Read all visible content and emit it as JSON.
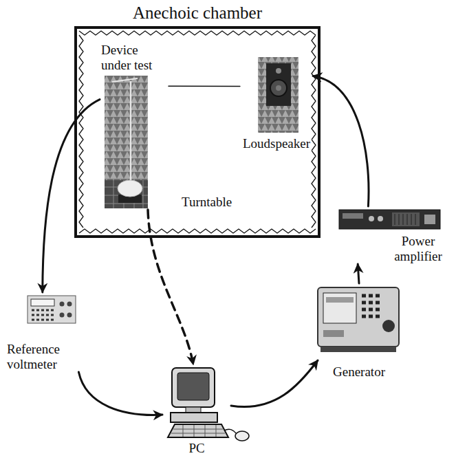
{
  "diagram": {
    "nodes": [
      {
        "text": [
          "Anechoic chamber"
        ]
      },
      {
        "text": [
          "Device under test"
        ],
        "in": 0
      },
      {
        "text": [
          "Loudspeaker"
        ],
        "in": 0
      },
      {
        "text": [
          "Power amplifier"
        ]
      },
      {
        "text": [
          "Reference voltmeter"
        ]
      },
      {
        "text": [
          "Generator"
        ]
      },
      {
        "text": [
          "PC"
        ]
      }
    ],
    "edges": [
      {
        "from": 1,
        "to": 4,
        "arrow": "to"
      },
      {
        "from": 1,
        "to": 6,
        "arrow": "to"
      },
      {
        "from": 1,
        "to": 2,
        "arrow": "none"
      },
      {
        "from": 4,
        "to": 6,
        "arrow": "to"
      },
      {
        "from": 6,
        "to": 5,
        "arrow": "to"
      },
      {
        "from": 5,
        "to": 3,
        "arrow": "to"
      },
      {
        "from": 3,
        "to": 2,
        "arrow": "to"
      }
    ],
    "labels": [
      "Turntable"
    ]
  }
}
